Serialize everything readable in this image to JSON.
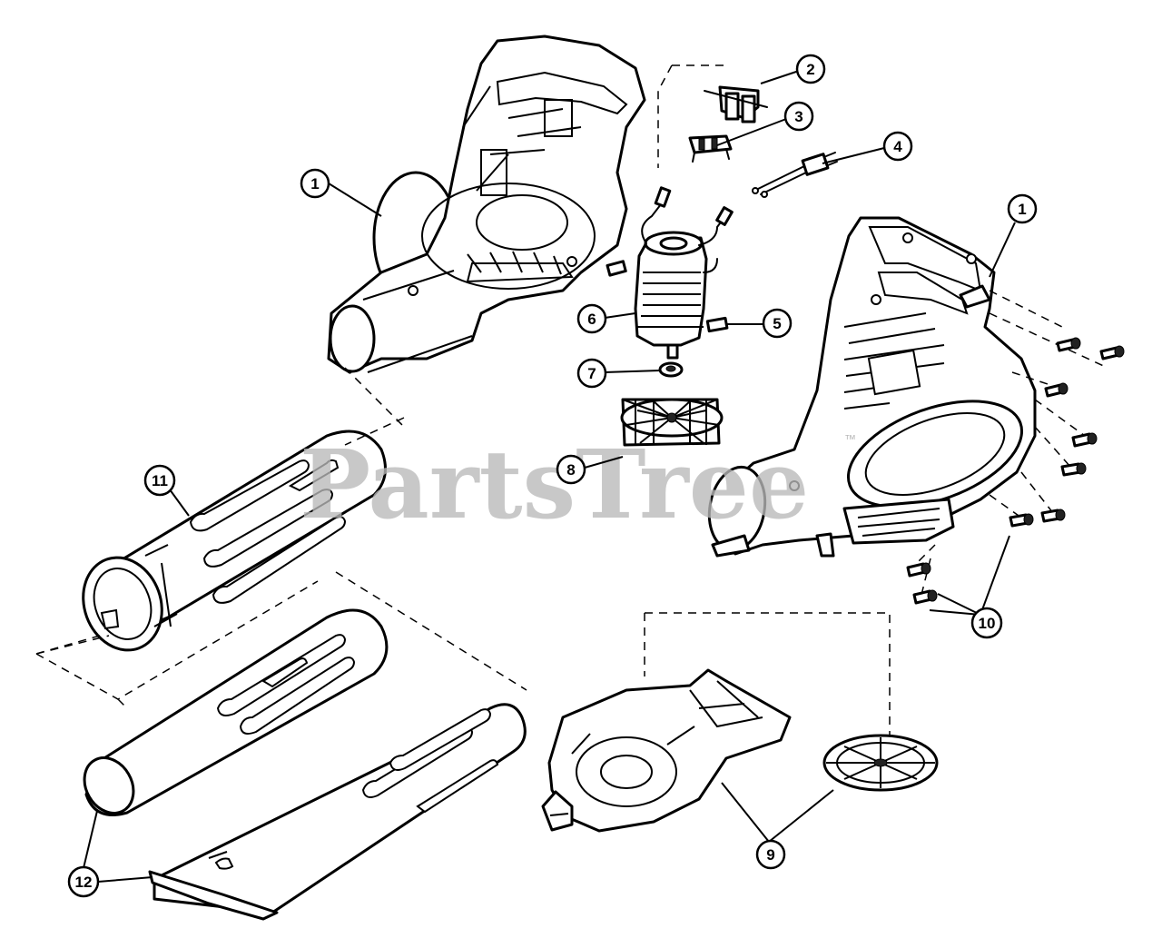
{
  "watermark": {
    "text": "PartsTree",
    "trademark": "™"
  },
  "callouts": [
    {
      "id": "c1a",
      "label": "1"
    },
    {
      "id": "c1b",
      "label": "1"
    },
    {
      "id": "c2",
      "label": "2"
    },
    {
      "id": "c3",
      "label": "3"
    },
    {
      "id": "c4",
      "label": "4"
    },
    {
      "id": "c5",
      "label": "5"
    },
    {
      "id": "c6",
      "label": "6"
    },
    {
      "id": "c7",
      "label": "7"
    },
    {
      "id": "c8",
      "label": "8"
    },
    {
      "id": "c9",
      "label": "9"
    },
    {
      "id": "c10",
      "label": "10"
    },
    {
      "id": "c11",
      "label": "11"
    },
    {
      "id": "c12",
      "label": "12"
    }
  ]
}
